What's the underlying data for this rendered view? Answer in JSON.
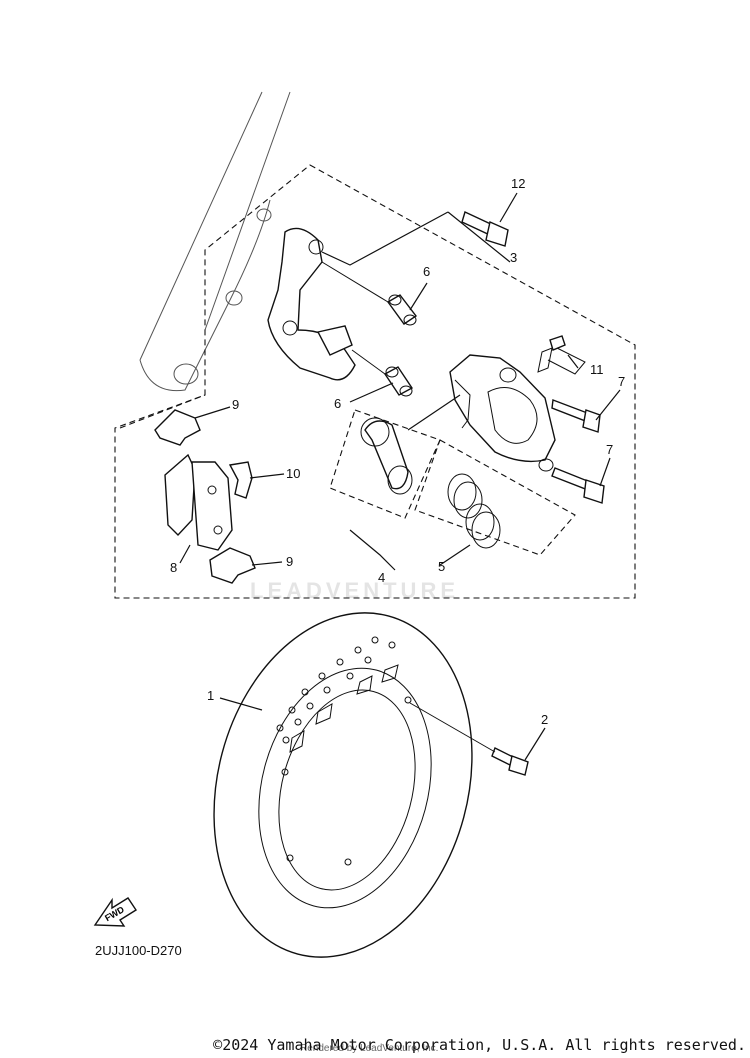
{
  "diagram": {
    "code": "2UJJ100-D270",
    "fwd_label": "FWD",
    "watermark": "LEADVENTURE",
    "callouts": [
      {
        "id": "1",
        "label": "1"
      },
      {
        "id": "2",
        "label": "2"
      },
      {
        "id": "3",
        "label": "3"
      },
      {
        "id": "4",
        "label": "4"
      },
      {
        "id": "5",
        "label": "5"
      },
      {
        "id": "6a",
        "label": "6"
      },
      {
        "id": "6b",
        "label": "6"
      },
      {
        "id": "7a",
        "label": "7"
      },
      {
        "id": "7b",
        "label": "7"
      },
      {
        "id": "8",
        "label": "8"
      },
      {
        "id": "9a",
        "label": "9"
      },
      {
        "id": "9b",
        "label": "9"
      },
      {
        "id": "10",
        "label": "10"
      },
      {
        "id": "11",
        "label": "11"
      },
      {
        "id": "12",
        "label": "12"
      }
    ]
  },
  "footer": {
    "copyright": "©2024 Yamaha Motor Corporation, U.S.A. All rights reserved.",
    "rendered_by": "Rendered by LeadVenture, Inc."
  }
}
